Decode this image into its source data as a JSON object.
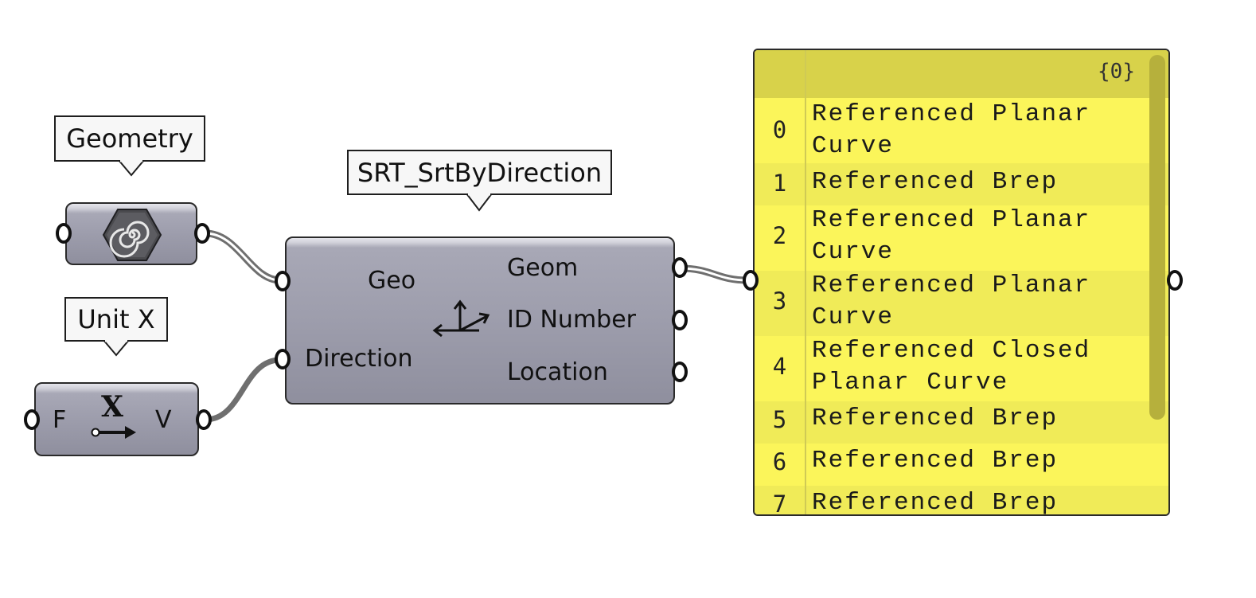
{
  "tags": {
    "geometry": "Geometry",
    "unit_x": "Unit X",
    "srt": "SRT_SrtByDirection"
  },
  "unit_x_component": {
    "input": "F",
    "icon_letter": "X",
    "output": "V"
  },
  "srt_component": {
    "inputs": [
      "Geo",
      "Direction"
    ],
    "outputs": [
      "Geom",
      "ID Number",
      "Location"
    ]
  },
  "panel": {
    "path": "{0}",
    "items": [
      {
        "index": "0",
        "text": "Referenced Planar Curve"
      },
      {
        "index": "1",
        "text": "Referenced Brep"
      },
      {
        "index": "2",
        "text": "Referenced Planar Curve"
      },
      {
        "index": "3",
        "text": "Referenced Planar Curve"
      },
      {
        "index": "4",
        "text": "Referenced Closed Planar Curve"
      },
      {
        "index": "5",
        "text": "Referenced Brep"
      },
      {
        "index": "6",
        "text": "Referenced Brep"
      },
      {
        "index": "7",
        "text": "Referenced Brep"
      }
    ]
  },
  "icons": {
    "geometry": "spiral-hexagon-icon",
    "unit_x": "unit-x-vector-icon",
    "srt": "sort-axes-icon"
  },
  "colors": {
    "panel_background": "#fbf55a",
    "panel_header": "#d8d24a",
    "component_body": "#9d9dac"
  }
}
